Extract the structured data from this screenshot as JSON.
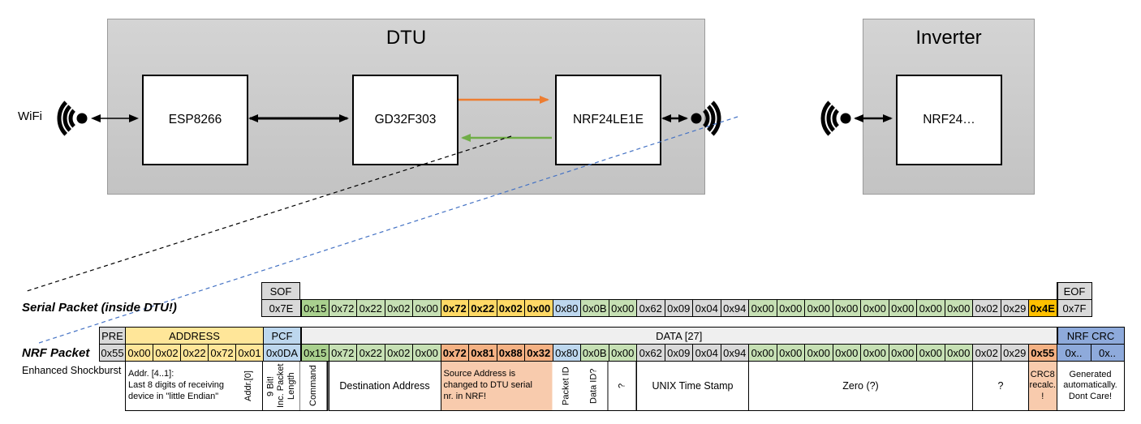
{
  "diagram": {
    "wifi_label": "WiFi",
    "dtu": {
      "title": "DTU",
      "chips": [
        "ESP8266",
        "GD32F303",
        "NRF24LE1E"
      ]
    },
    "inverter": {
      "title": "Inverter",
      "chip": "NRF24…"
    },
    "icons": {
      "left": "wifi-signal-icon",
      "dtu_right": "wifi-signal-icon",
      "inverter_left": "wifi-signal-icon"
    },
    "colors": {
      "uart_tx_arrow": "#ED7D31",
      "uart_rx_arrow": "#70AD47",
      "radio_link_dash": "#4472C4",
      "serial_callout_dash": "#000000"
    }
  },
  "colors": {
    "gray_cell": "#D9D9D9",
    "data_header_gray": "#EFEFEF",
    "light_green": "#C6E0B4",
    "dark_green": "#A9D08E",
    "address_yellow": "#FFE699",
    "gold_highlight": "#FFD966",
    "orange_gold_crc": "#FFC000",
    "salmon_highlight": "#F4B183",
    "salmon_light": "#F8CBAD",
    "light_blue": "#BDD7EE",
    "medium_blue": "#8EAADB"
  },
  "serial": {
    "label": "Serial Packet (inside DTU!)",
    "sof_header": "SOF",
    "sof_value": "0x7E",
    "eof_header": "EOF",
    "eof_value": "0x7F",
    "bytes": [
      {
        "v": "0x15",
        "c": "g2 thl"
      },
      {
        "v": "0x72",
        "c": "g1"
      },
      {
        "v": "0x22",
        "c": "g1"
      },
      {
        "v": "0x02",
        "c": "g1"
      },
      {
        "v": "0x00",
        "c": "g1"
      },
      {
        "v": "0x72",
        "c": "gold"
      },
      {
        "v": "0x22",
        "c": "gold"
      },
      {
        "v": "0x02",
        "c": "gold"
      },
      {
        "v": "0x00",
        "c": "gold"
      },
      {
        "v": "0x80",
        "c": "blu"
      },
      {
        "v": "0x0B",
        "c": "g1"
      },
      {
        "v": "0x00",
        "c": "g1"
      },
      {
        "v": "0x62",
        "c": "gry"
      },
      {
        "v": "0x09",
        "c": "gry"
      },
      {
        "v": "0x04",
        "c": "gry"
      },
      {
        "v": "0x94",
        "c": "gry"
      },
      {
        "v": "0x00",
        "c": "g1"
      },
      {
        "v": "0x00",
        "c": "g1"
      },
      {
        "v": "0x00",
        "c": "g1"
      },
      {
        "v": "0x00",
        "c": "g1"
      },
      {
        "v": "0x00",
        "c": "g1"
      },
      {
        "v": "0x00",
        "c": "g1"
      },
      {
        "v": "0x00",
        "c": "g1"
      },
      {
        "v": "0x00",
        "c": "g1"
      },
      {
        "v": "0x02",
        "c": "gry"
      },
      {
        "v": "0x29",
        "c": "gry"
      },
      {
        "v": "0x4E",
        "c": "org"
      }
    ]
  },
  "nrf": {
    "label": "NRF Packet",
    "sublabel": "Enhanced Shockburst",
    "pre_header": "PRE",
    "pre_value": "0x55",
    "address_header": "ADDRESS",
    "address_values": [
      "0x00",
      "0x02",
      "0x22",
      "0x72",
      "0x01"
    ],
    "pcf_header": "PCF",
    "pcf_value": "0x0DA",
    "data_header": "DATA [27]",
    "bytes": [
      {
        "v": "0x15",
        "c": "g2 thl"
      },
      {
        "v": "0x72",
        "c": "g1"
      },
      {
        "v": "0x22",
        "c": "g1"
      },
      {
        "v": "0x02",
        "c": "g1"
      },
      {
        "v": "0x00",
        "c": "g1"
      },
      {
        "v": "0x72",
        "c": "sal"
      },
      {
        "v": "0x81",
        "c": "sal"
      },
      {
        "v": "0x88",
        "c": "sal"
      },
      {
        "v": "0x32",
        "c": "sal"
      },
      {
        "v": "0x80",
        "c": "blu"
      },
      {
        "v": "0x0B",
        "c": "g1"
      },
      {
        "v": "0x00",
        "c": "g1"
      },
      {
        "v": "0x62",
        "c": "gry"
      },
      {
        "v": "0x09",
        "c": "gry"
      },
      {
        "v": "0x04",
        "c": "gry"
      },
      {
        "v": "0x94",
        "c": "gry"
      },
      {
        "v": "0x00",
        "c": "g1"
      },
      {
        "v": "0x00",
        "c": "g1"
      },
      {
        "v": "0x00",
        "c": "g1"
      },
      {
        "v": "0x00",
        "c": "g1"
      },
      {
        "v": "0x00",
        "c": "g1"
      },
      {
        "v": "0x00",
        "c": "g1"
      },
      {
        "v": "0x00",
        "c": "g1"
      },
      {
        "v": "0x00",
        "c": "g1"
      },
      {
        "v": "0x02",
        "c": "gry"
      },
      {
        "v": "0x29",
        "c": "gry"
      },
      {
        "v": "0x55",
        "c": "sal"
      }
    ],
    "crc_header": "NRF CRC",
    "crc_values": [
      "0x..",
      "0x.."
    ],
    "annotations": [
      {
        "v": "Addr. [4..1]:\nLast 8 digits of receiving\ndevice in \"little Endian\"",
        "c": "ml w-a4"
      },
      {
        "v": "Addr.[0]",
        "c": "vert w-a1"
      },
      {
        "v": "9 Bit!\nInc. Packet\nLength",
        "c": "vert w-pcf"
      },
      {
        "v": "Command",
        "c": "vert w-d1 thl"
      },
      {
        "v": "Destination Address",
        "c": "w-d4"
      },
      {
        "v": "Source Address is\nchanged to DTU serial\nnr. in NRF!",
        "c": "ml sall w-d4"
      },
      {
        "v": "Packet ID",
        "c": "vert w-d1"
      },
      {
        "v": "Data ID?",
        "c": "vert w-d1"
      },
      {
        "v": "?",
        "c": "vert w-d1"
      },
      {
        "v": "UNIX Time Stamp",
        "c": "w-d4"
      },
      {
        "v": "Zero (?)",
        "c": "w-d8"
      },
      {
        "v": "?",
        "c": "w-d2"
      },
      {
        "v": "CRC8\nrecalc.\n!",
        "c": "mc sall w-d1"
      },
      {
        "v": "Generated\nautomatically.\nDont Care!",
        "c": "mc w-crc2"
      }
    ]
  }
}
